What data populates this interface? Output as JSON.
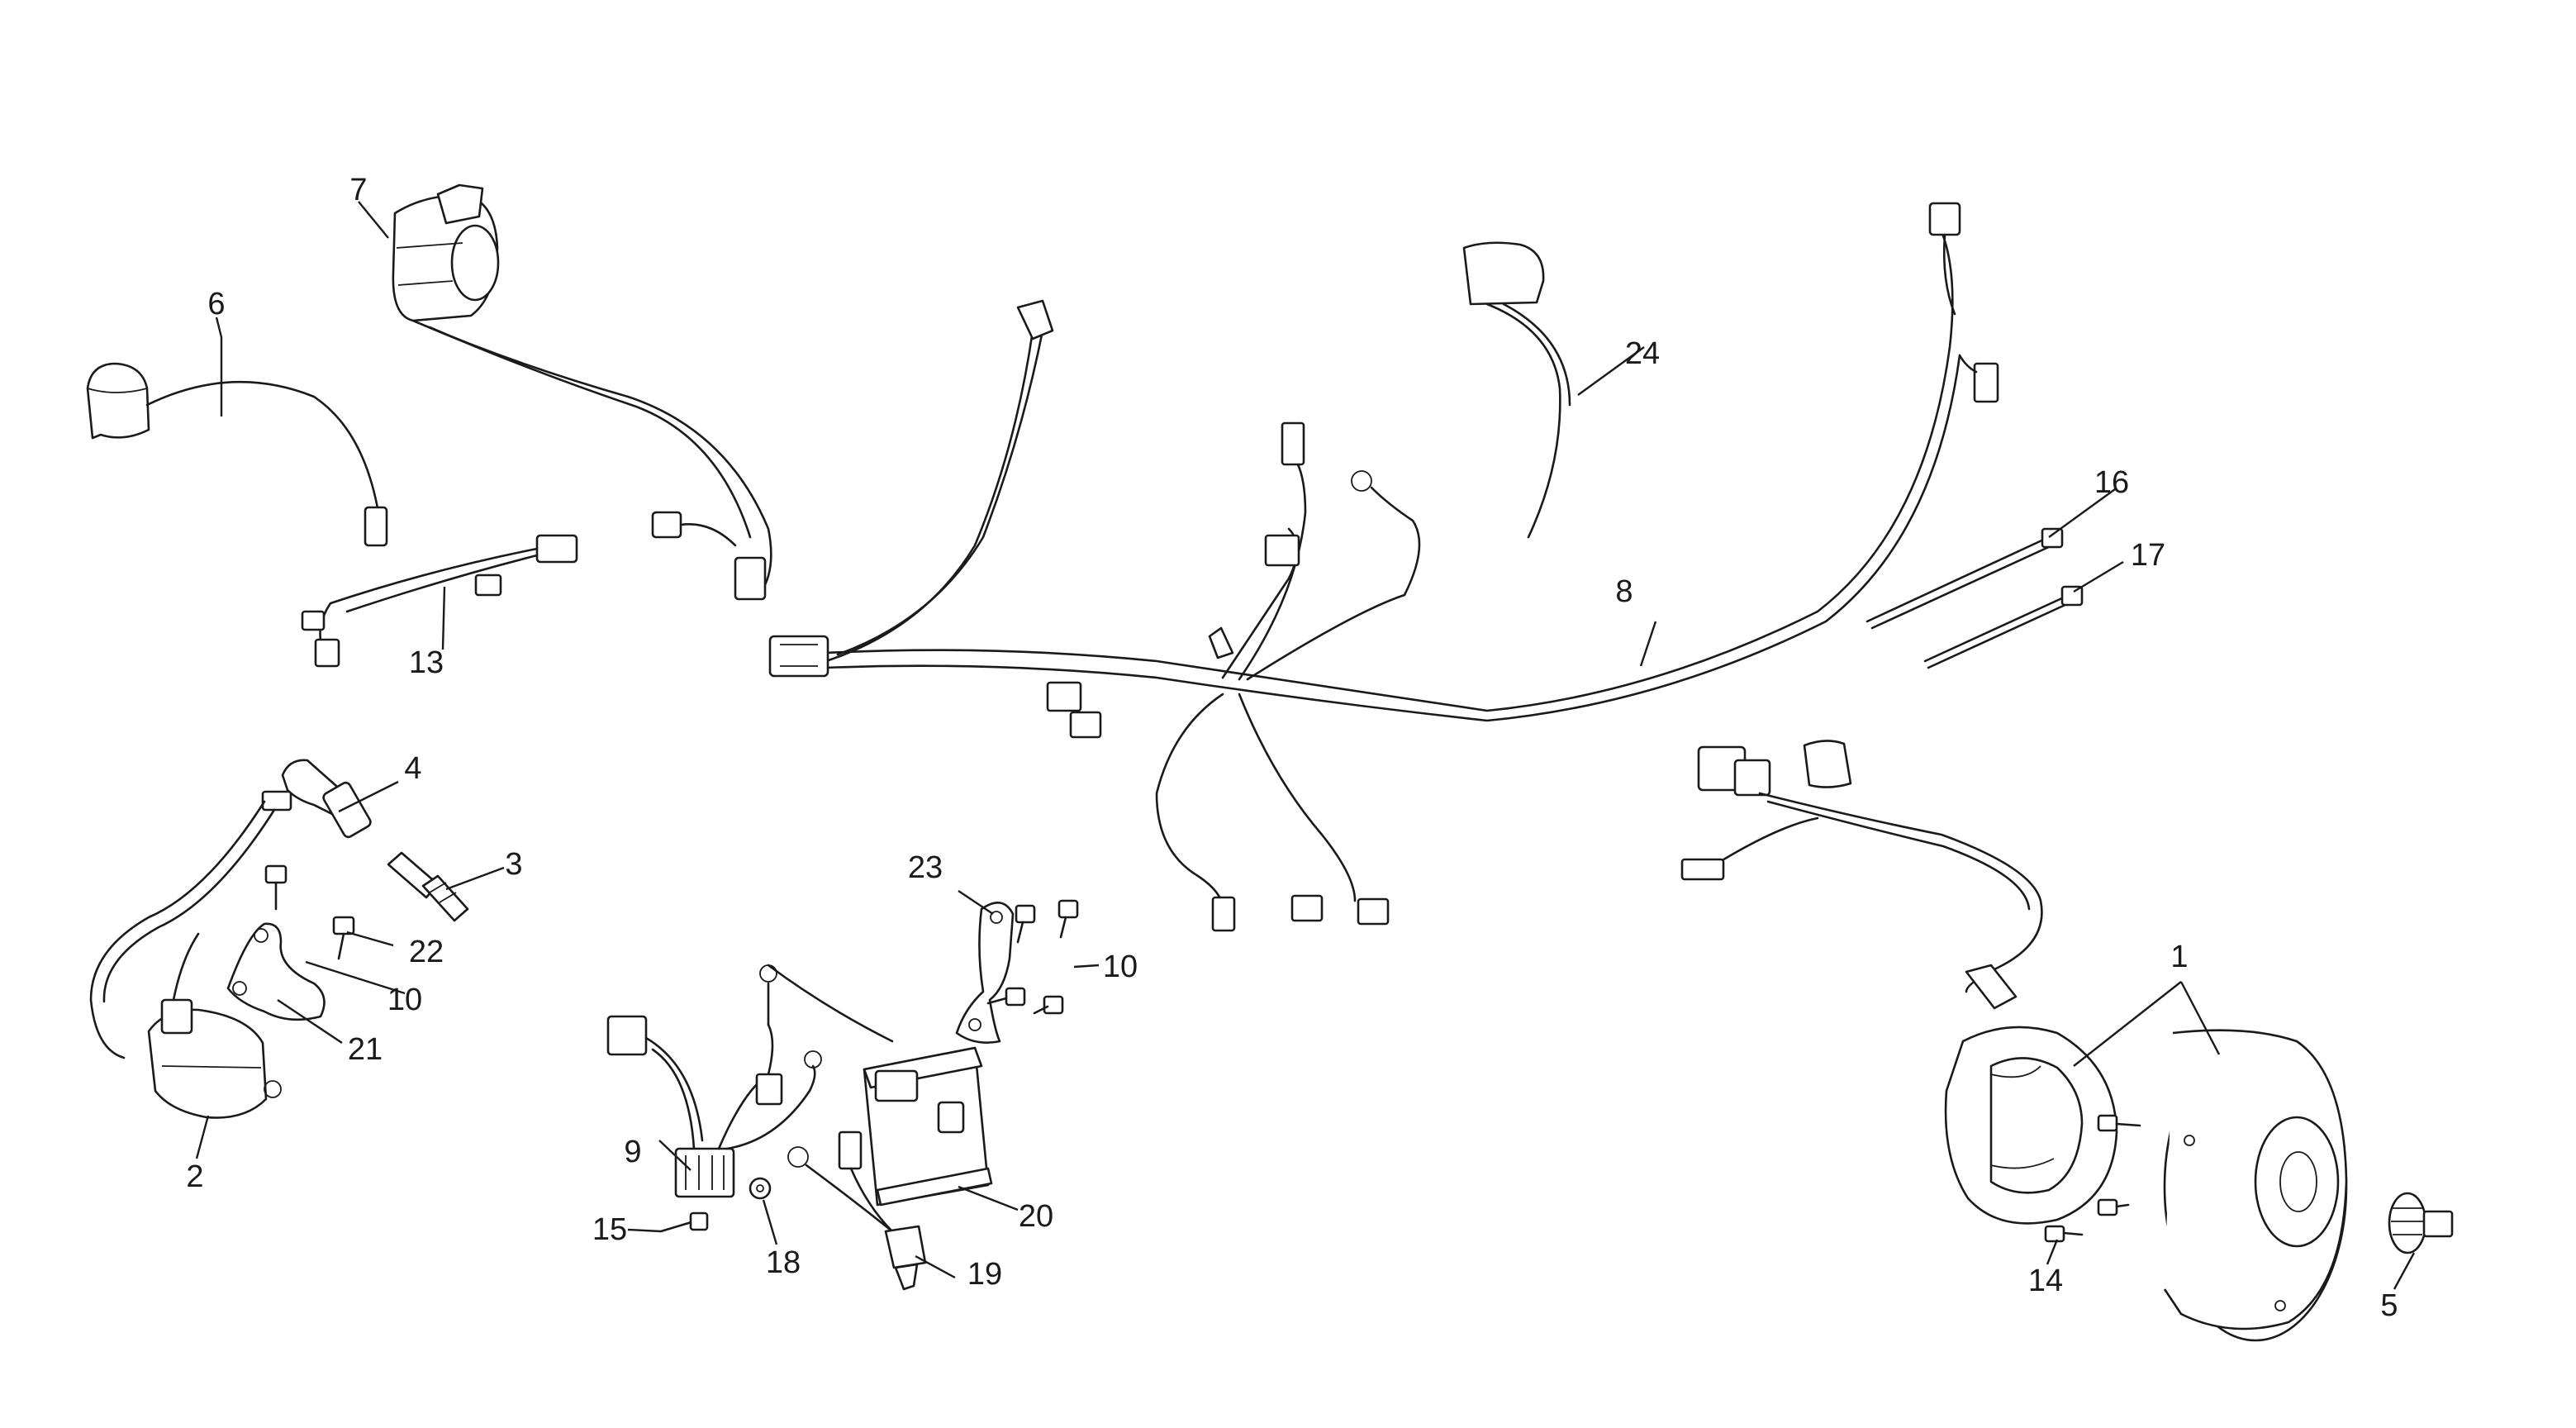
{
  "colors": {
    "background": "#ffffff",
    "line": "#1a1a1a"
  },
  "callouts": {
    "c1": "1",
    "c2": "2",
    "c3": "3",
    "c4": "4",
    "c5": "5",
    "c6": "6",
    "c7": "7",
    "c8": "8",
    "c9": "9",
    "c10a": "10",
    "c10b": "10",
    "c13": "13",
    "c14": "14",
    "c15": "15",
    "c16": "16",
    "c17": "17",
    "c18": "18",
    "c19": "19",
    "c20": "20",
    "c21": "21",
    "c22": "22",
    "c23": "23",
    "c24": "24"
  }
}
